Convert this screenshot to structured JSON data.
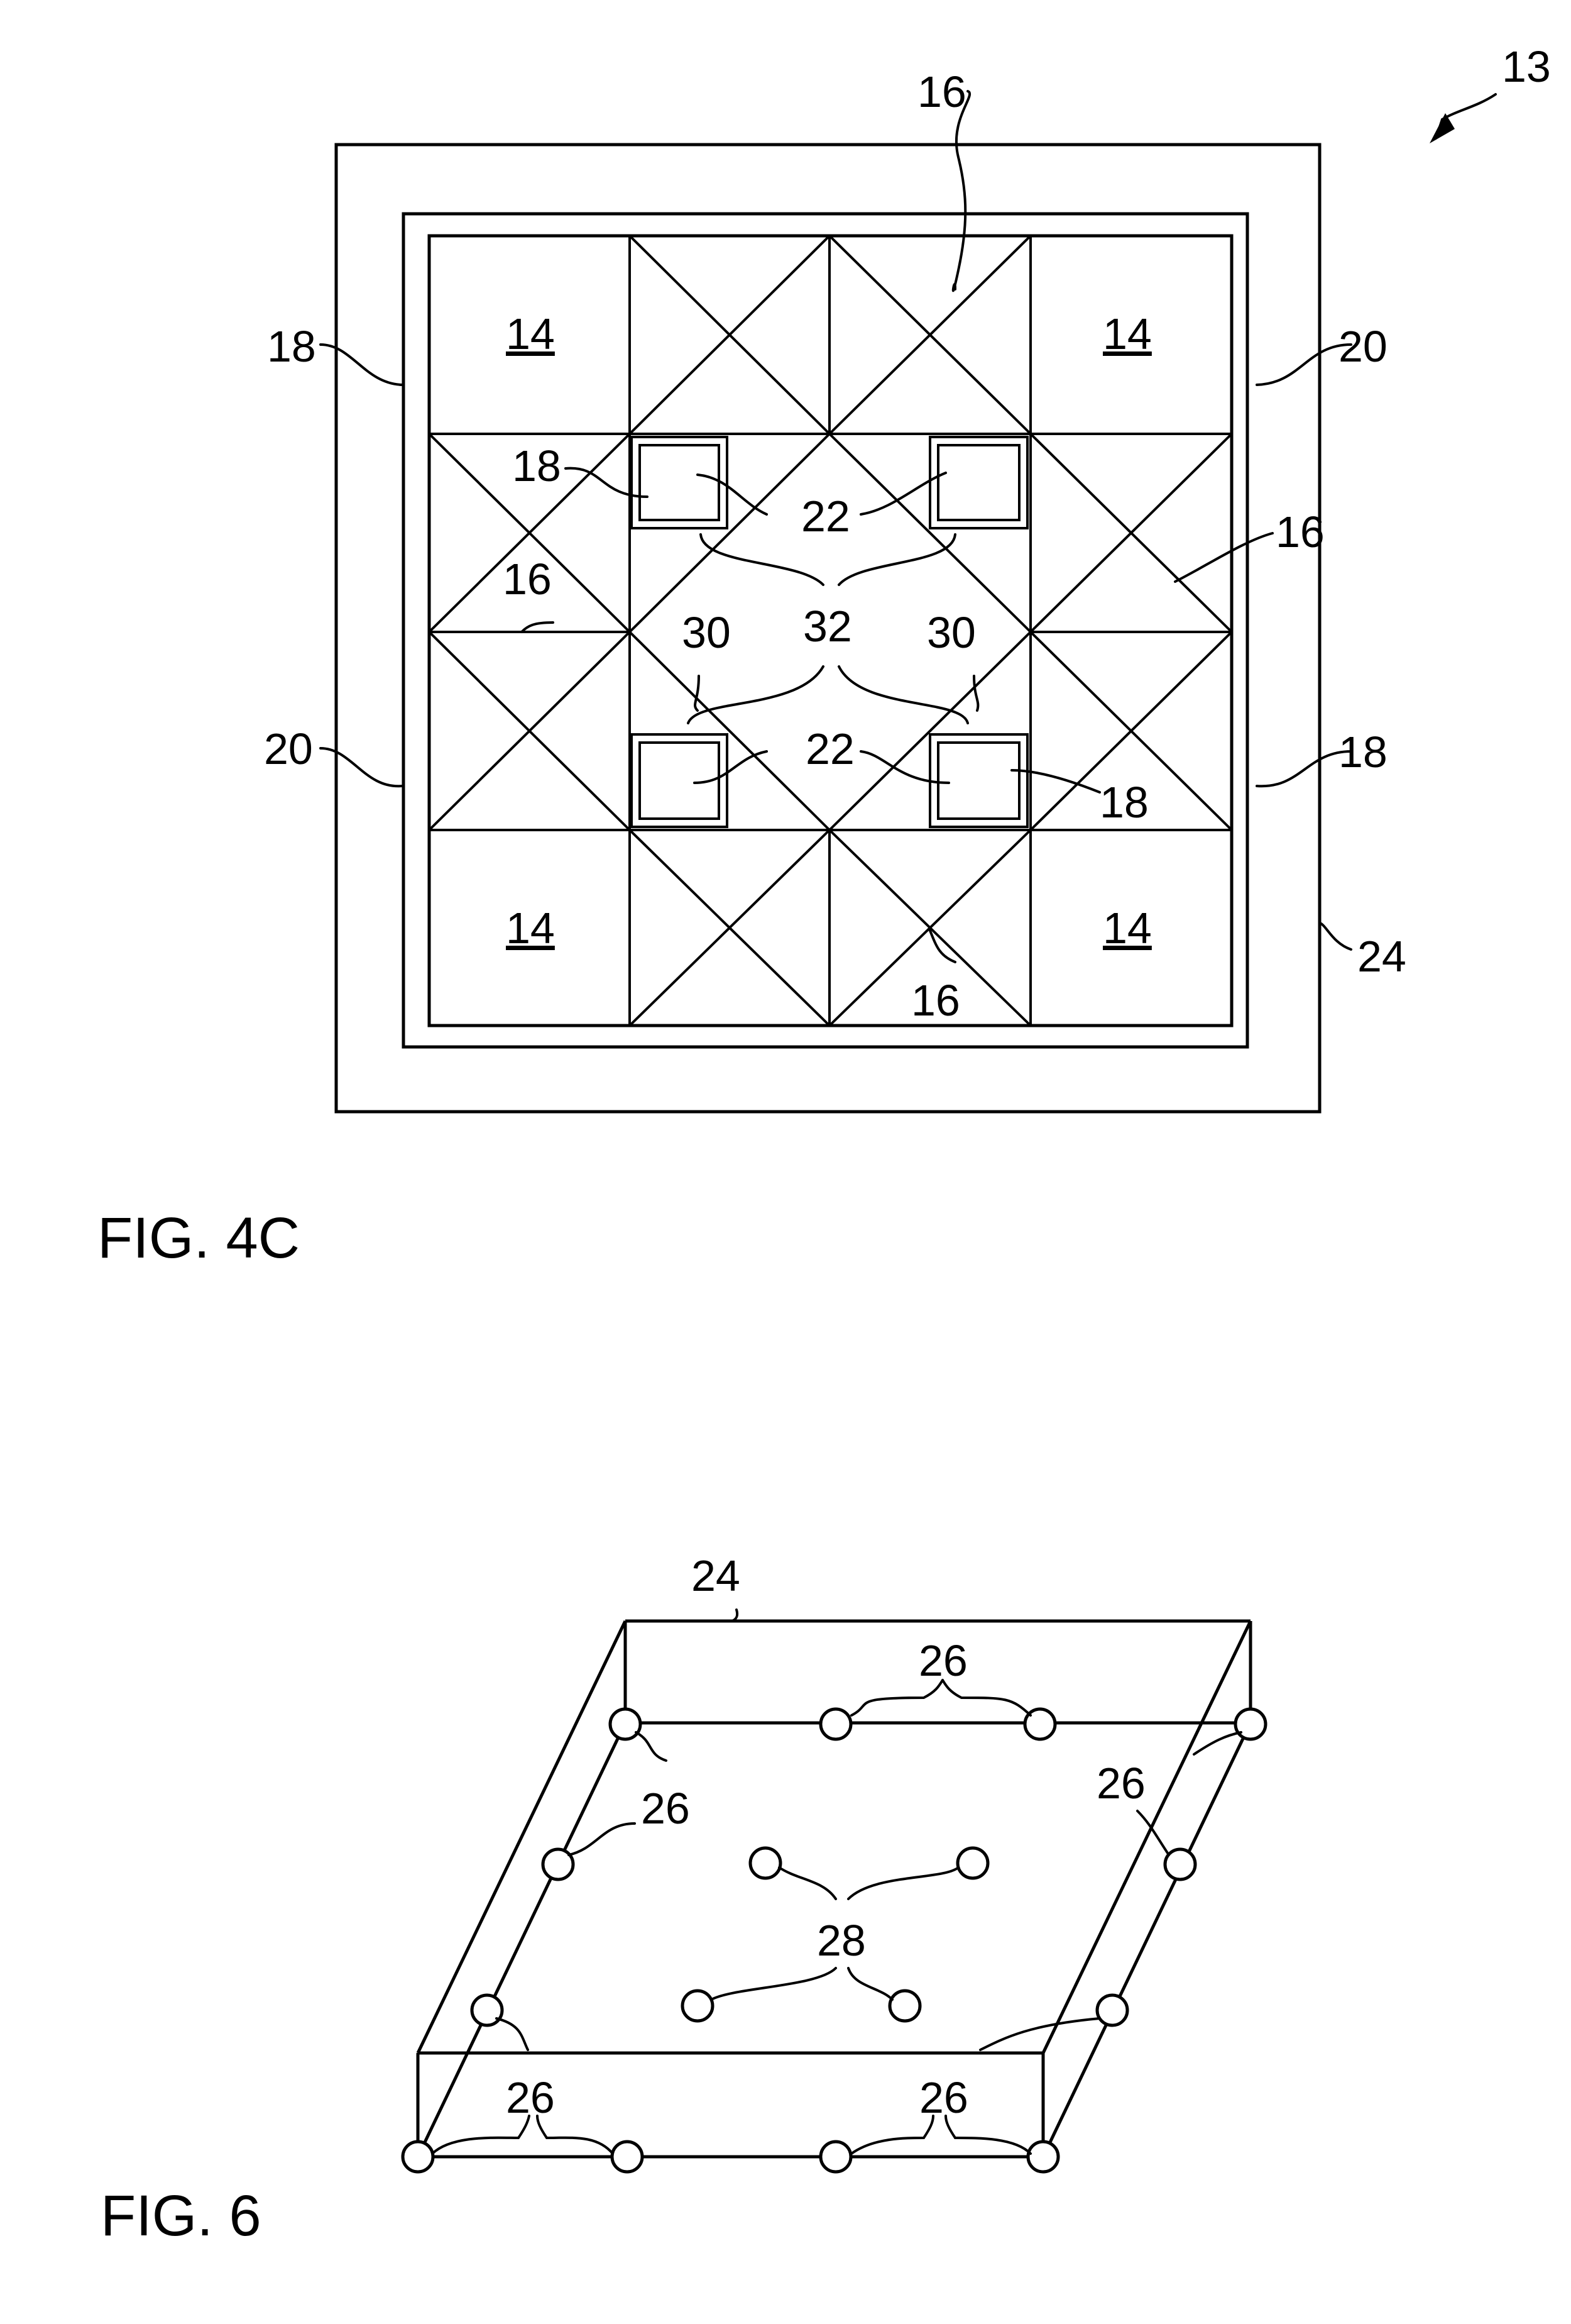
{
  "figure_4c": {
    "caption": "FIG. 4C",
    "assembly_ref": "13",
    "labels": {
      "r16_top": "16",
      "r14_tl": "14",
      "r14_tr": "14",
      "r14_bl": "14",
      "r14_br": "14",
      "r18_left": "18",
      "r20_right": "20",
      "r18_inner_tl": "18",
      "r22_top": "22",
      "r16_right": "16",
      "r16_left": "16",
      "r30_left": "30",
      "r32": "32",
      "r30_right": "30",
      "r20_left": "20",
      "r18_right": "18",
      "r22_bottom": "22",
      "r18_inner_br": "18",
      "r24": "24",
      "r16_bottom": "16"
    }
  },
  "figure_6": {
    "caption": "FIG. 6",
    "labels": {
      "r24": "24",
      "r26_top": "26",
      "r26_left": "26",
      "r26_right": "26",
      "r28": "28",
      "r26_bottom_left": "26",
      "r26_bottom_right": "26"
    }
  }
}
